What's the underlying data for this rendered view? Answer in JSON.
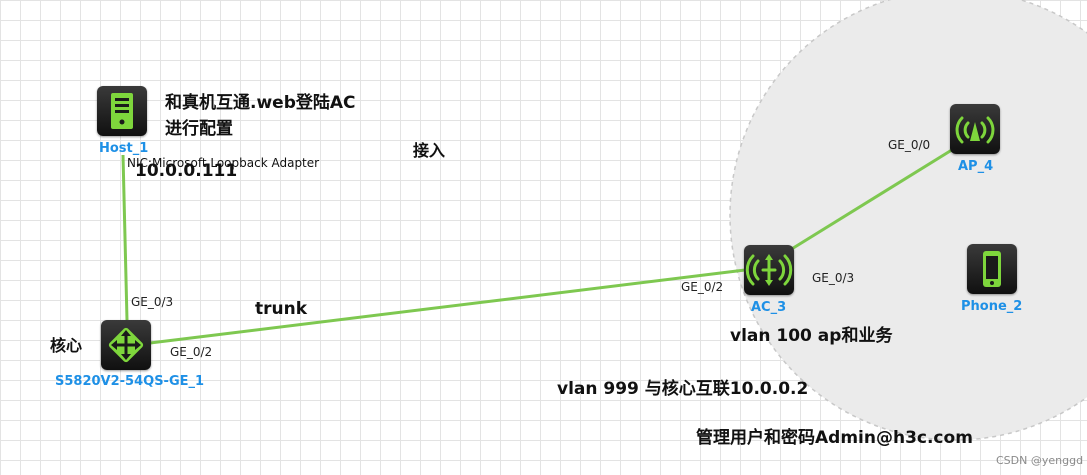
{
  "devices": {
    "host": {
      "label": "Host_1",
      "interface": "NIC:Microsoft Loopback Adapter",
      "ip": "10.0.0.111"
    },
    "core": {
      "label": "S5820V2-54QS-GE_1"
    },
    "ac": {
      "label": "AC_3"
    },
    "ap": {
      "label": "AP_4"
    },
    "phone": {
      "label": "Phone_2"
    }
  },
  "ports": {
    "core_up": "GE_0/3",
    "core_right": "GE_0/2",
    "ac_left": "GE_0/2",
    "ac_right": "GE_0/3",
    "ap": "GE_0/0"
  },
  "notes": {
    "host_line1": "和真机互通.web登陆AC",
    "host_line2": "进行配置",
    "access": "接入",
    "trunk": "trunk",
    "core": "核心",
    "vlan100": "vlan  100 ap和业务",
    "vlan999": "vlan 999 与核心互联10.0.0.2",
    "admin": "管理用户和密码Admin@h3c.com"
  },
  "watermark": "CSDN @yenggd",
  "colors": {
    "link": "#7ec850",
    "label": "#1e90e6",
    "icon": "#7ed63c",
    "wlan_area": "#ececec"
  }
}
